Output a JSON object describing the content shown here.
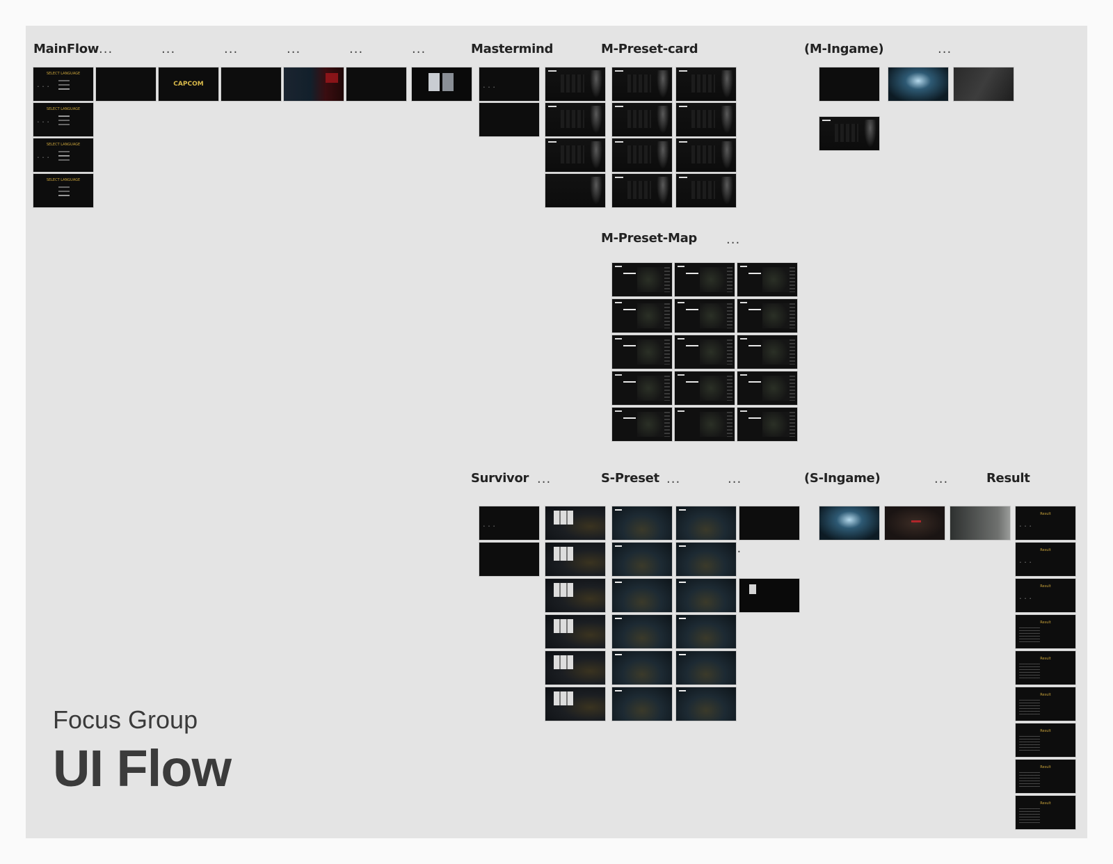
{
  "sections": {
    "mainflow": "MainFlow",
    "mastermind": "Mastermind",
    "m_preset_card": "M-Preset-card",
    "m_ingame": "(M-Ingame)",
    "m_preset_map": "M-Preset-Map",
    "survivor": "Survivor",
    "s_preset": "S-Preset",
    "s_ingame": "(S-Ingame)",
    "result": "Result"
  },
  "ellipsis": "...",
  "thumb_text": {
    "select_language": "SELECT LANGUAGE",
    "capcom": "CAPCOM",
    "result": "Result"
  },
  "footer": {
    "subtitle": "Focus Group",
    "title": "UI Flow"
  }
}
